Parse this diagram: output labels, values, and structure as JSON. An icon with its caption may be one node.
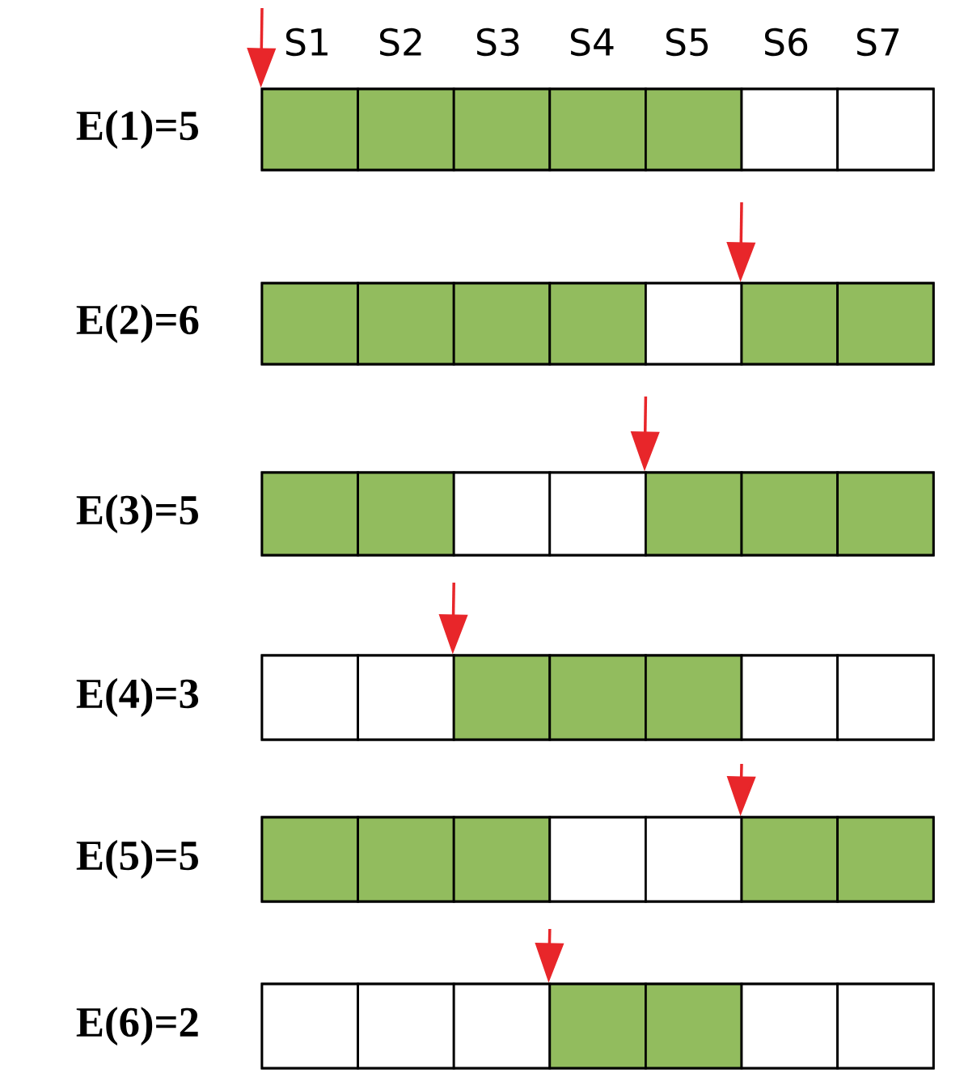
{
  "diagram": {
    "nodes": [
      {
        "text": [
          "E(1)=5"
        ]
      },
      {
        "text": [],
        "shape": "box",
        "in": 0
      },
      {
        "text": [],
        "shape": "box",
        "in": 0
      },
      {
        "text": [],
        "shape": "box",
        "in": 0
      },
      {
        "text": [],
        "shape": "box",
        "in": 0
      },
      {
        "text": [],
        "shape": "box",
        "in": 0
      },
      {
        "text": [],
        "shape": "box",
        "in": 0
      },
      {
        "text": [],
        "shape": "box",
        "in": 0
      },
      {
        "text": [
          "E(2)=6"
        ]
      },
      {
        "text": [],
        "shape": "box",
        "in": 8
      },
      {
        "text": [],
        "shape": "box",
        "in": 8
      },
      {
        "text": [],
        "shape": "box",
        "in": 8
      },
      {
        "text": [],
        "shape": "box",
        "in": 8
      },
      {
        "text": [],
        "shape": "box",
        "in": 8
      },
      {
        "text": [],
        "shape": "box",
        "in": 8
      },
      {
        "text": [],
        "shape": "box",
        "in": 8
      },
      {
        "text": [
          "E(3)=5"
        ]
      },
      {
        "text": [],
        "shape": "box",
        "in": 16
      },
      {
        "text": [],
        "shape": "box",
        "in": 16
      },
      {
        "text": [],
        "shape": "box",
        "in": 16
      },
      {
        "text": [],
        "shape": "box",
        "in": 16
      },
      {
        "text": [],
        "shape": "box",
        "in": 16
      },
      {
        "text": [],
        "shape": "box",
        "in": 16
      },
      {
        "text": [],
        "shape": "box",
        "in": 16
      },
      {
        "text": [
          "E(4)=3"
        ]
      },
      {
        "text": [],
        "shape": "box",
        "in": 24
      },
      {
        "text": [],
        "shape": "box",
        "in": 24
      },
      {
        "text": [],
        "shape": "box",
        "in": 24
      },
      {
        "text": [],
        "shape": "box",
        "in": 24
      },
      {
        "text": [],
        "shape": "box",
        "in": 24
      },
      {
        "text": [],
        "shape": "box",
        "in": 24
      },
      {
        "text": [],
        "shape": "box",
        "in": 24
      },
      {
        "text": [
          "E(5)=5"
        ]
      },
      {
        "text": [],
        "shape": "box",
        "in": 32
      },
      {
        "text": [],
        "shape": "box",
        "in": 32
      },
      {
        "text": [],
        "shape": "box",
        "in": 32
      },
      {
        "text": [],
        "shape": "box",
        "in": 32
      },
      {
        "text": [],
        "shape": "box",
        "in": 32
      },
      {
        "text": [],
        "shape": "box",
        "in": 32
      },
      {
        "text": [],
        "shape": "box",
        "in": 32
      },
      {
        "text": [
          "E(6)=2"
        ]
      },
      {
        "text": [],
        "shape": "box",
        "in": 40
      },
      {
        "text": [],
        "shape": "box",
        "in": 40
      },
      {
        "text": [],
        "shape": "box",
        "in": 40
      },
      {
        "text": [],
        "shape": "box",
        "in": 40
      },
      {
        "text": [],
        "shape": "box",
        "in": 40
      },
      {
        "text": [],
        "shape": "box",
        "in": 40
      },
      {
        "text": [],
        "shape": "box",
        "in": 40
      }
    ],
    "edges": [
      {
        "from": null,
        "to": 1,
        "arrow": "to"
      },
      {
        "from": null,
        "to": 14,
        "arrow": "to"
      },
      {
        "from": null,
        "to": 21,
        "arrow": "to"
      },
      {
        "from": null,
        "to": 27,
        "arrow": "to"
      },
      {
        "from": null,
        "to": 38,
        "arrow": "to"
      },
      {
        "from": null,
        "to": 44,
        "arrow": "to"
      }
    ],
    "labels": [
      "S1",
      "S2",
      "S3",
      "S4",
      "S5",
      "S6",
      "S7"
    ]
  }
}
